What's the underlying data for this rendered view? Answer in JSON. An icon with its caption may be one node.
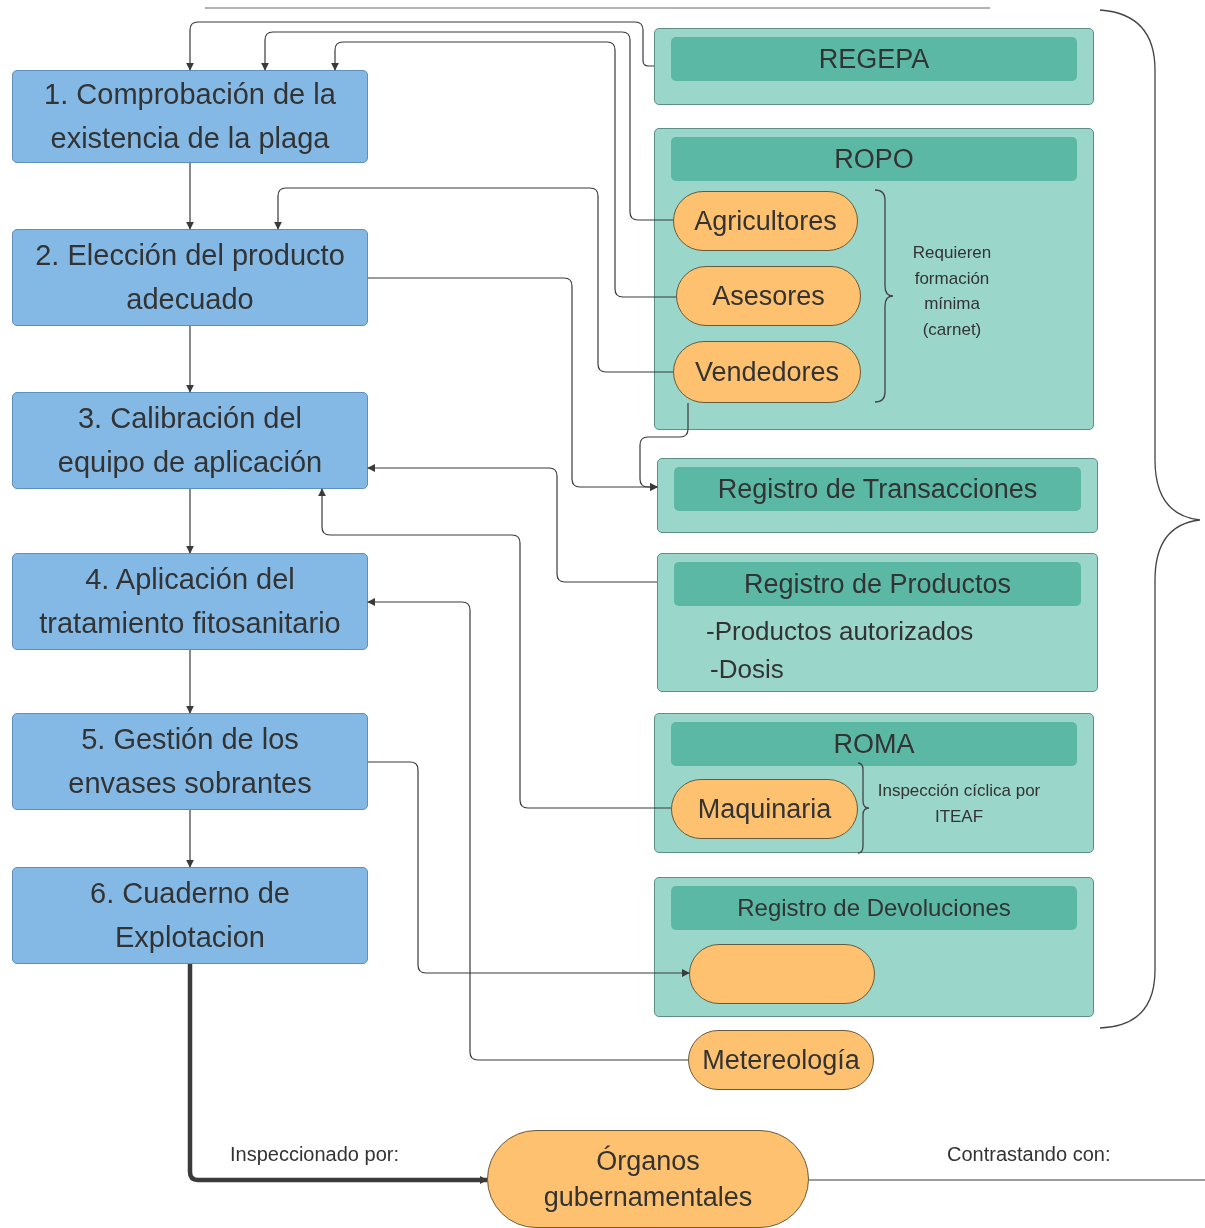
{
  "diagram": {
    "nodes": [
      {
        "text": [
          "1. Comprobación de la existencia de la plaga"
        ]
      },
      {
        "text": [
          "2. Elección del producto adecuado"
        ]
      },
      {
        "text": [
          "3. Calibración del equipo de aplicación"
        ]
      },
      {
        "text": [
          "4. Aplicación del tratamiento fitosanitario"
        ]
      },
      {
        "text": [
          "5. Gestión de los envases sobrantes"
        ]
      },
      {
        "text": [
          "6. Cuaderno de Explotacion"
        ]
      },
      {
        "text": [
          "REGEPA"
        ]
      },
      {
        "text": [
          "ROPO"
        ]
      },
      {
        "text": [
          "Agricultores"
        ],
        "in": 7
      },
      {
        "text": [
          "Asesores"
        ],
        "in": 7
      },
      {
        "text": [
          "Vendedores"
        ],
        "in": 7
      },
      {
        "text": [
          "Registro de Transacciones"
        ]
      },
      {
        "text": [
          "Registro de Productos",
          "-Productos autorizados",
          "-Dosis"
        ]
      },
      {
        "text": [
          "ROMA"
        ]
      },
      {
        "text": [
          "Maquinaria"
        ],
        "in": 13
      },
      {
        "text": [
          "Registro de Devoluciones"
        ]
      },
      {
        "text": [],
        "shape": "ellipse",
        "in": 15
      },
      {
        "text": [
          "Metereología"
        ]
      },
      {
        "text": [
          "Órganos gubernamentales"
        ]
      }
    ],
    "edges": [
      {
        "from": 0,
        "to": 1,
        "arrow": "to"
      },
      {
        "from": 1,
        "to": 2,
        "arrow": "to"
      },
      {
        "from": 2,
        "to": 3,
        "arrow": "to"
      },
      {
        "from": 3,
        "to": 4,
        "arrow": "to"
      },
      {
        "from": 4,
        "to": 5,
        "arrow": "to"
      },
      {
        "from": 6,
        "to": 0,
        "arrow": "to"
      },
      {
        "from": 8,
        "to": 0,
        "arrow": "to"
      },
      {
        "from": 9,
        "to": 0,
        "arrow": "to"
      },
      {
        "from": 10,
        "to": 1,
        "arrow": "to"
      },
      {
        "from": 1,
        "to": 11,
        "arrow": "to"
      },
      {
        "from": 10,
        "to": 11,
        "arrow": "to"
      },
      {
        "from": 12,
        "to": 2,
        "arrow": "to"
      },
      {
        "from": 14,
        "to": 2,
        "arrow": "to"
      },
      {
        "from": 17,
        "to": 3,
        "arrow": "to"
      },
      {
        "from": 4,
        "to": 16,
        "arrow": "to"
      },
      {
        "from": 5,
        "to": 18,
        "arrow": "to",
        "label": "Inspeccionado por:",
        "style": "thick"
      },
      {
        "from": 18,
        "to": null,
        "arrow": "none",
        "label": "Contrastando con:"
      }
    ],
    "labels": [
      "Requieren formación mínima (carnet)",
      "Inspección cíclica por ITEAF"
    ]
  }
}
